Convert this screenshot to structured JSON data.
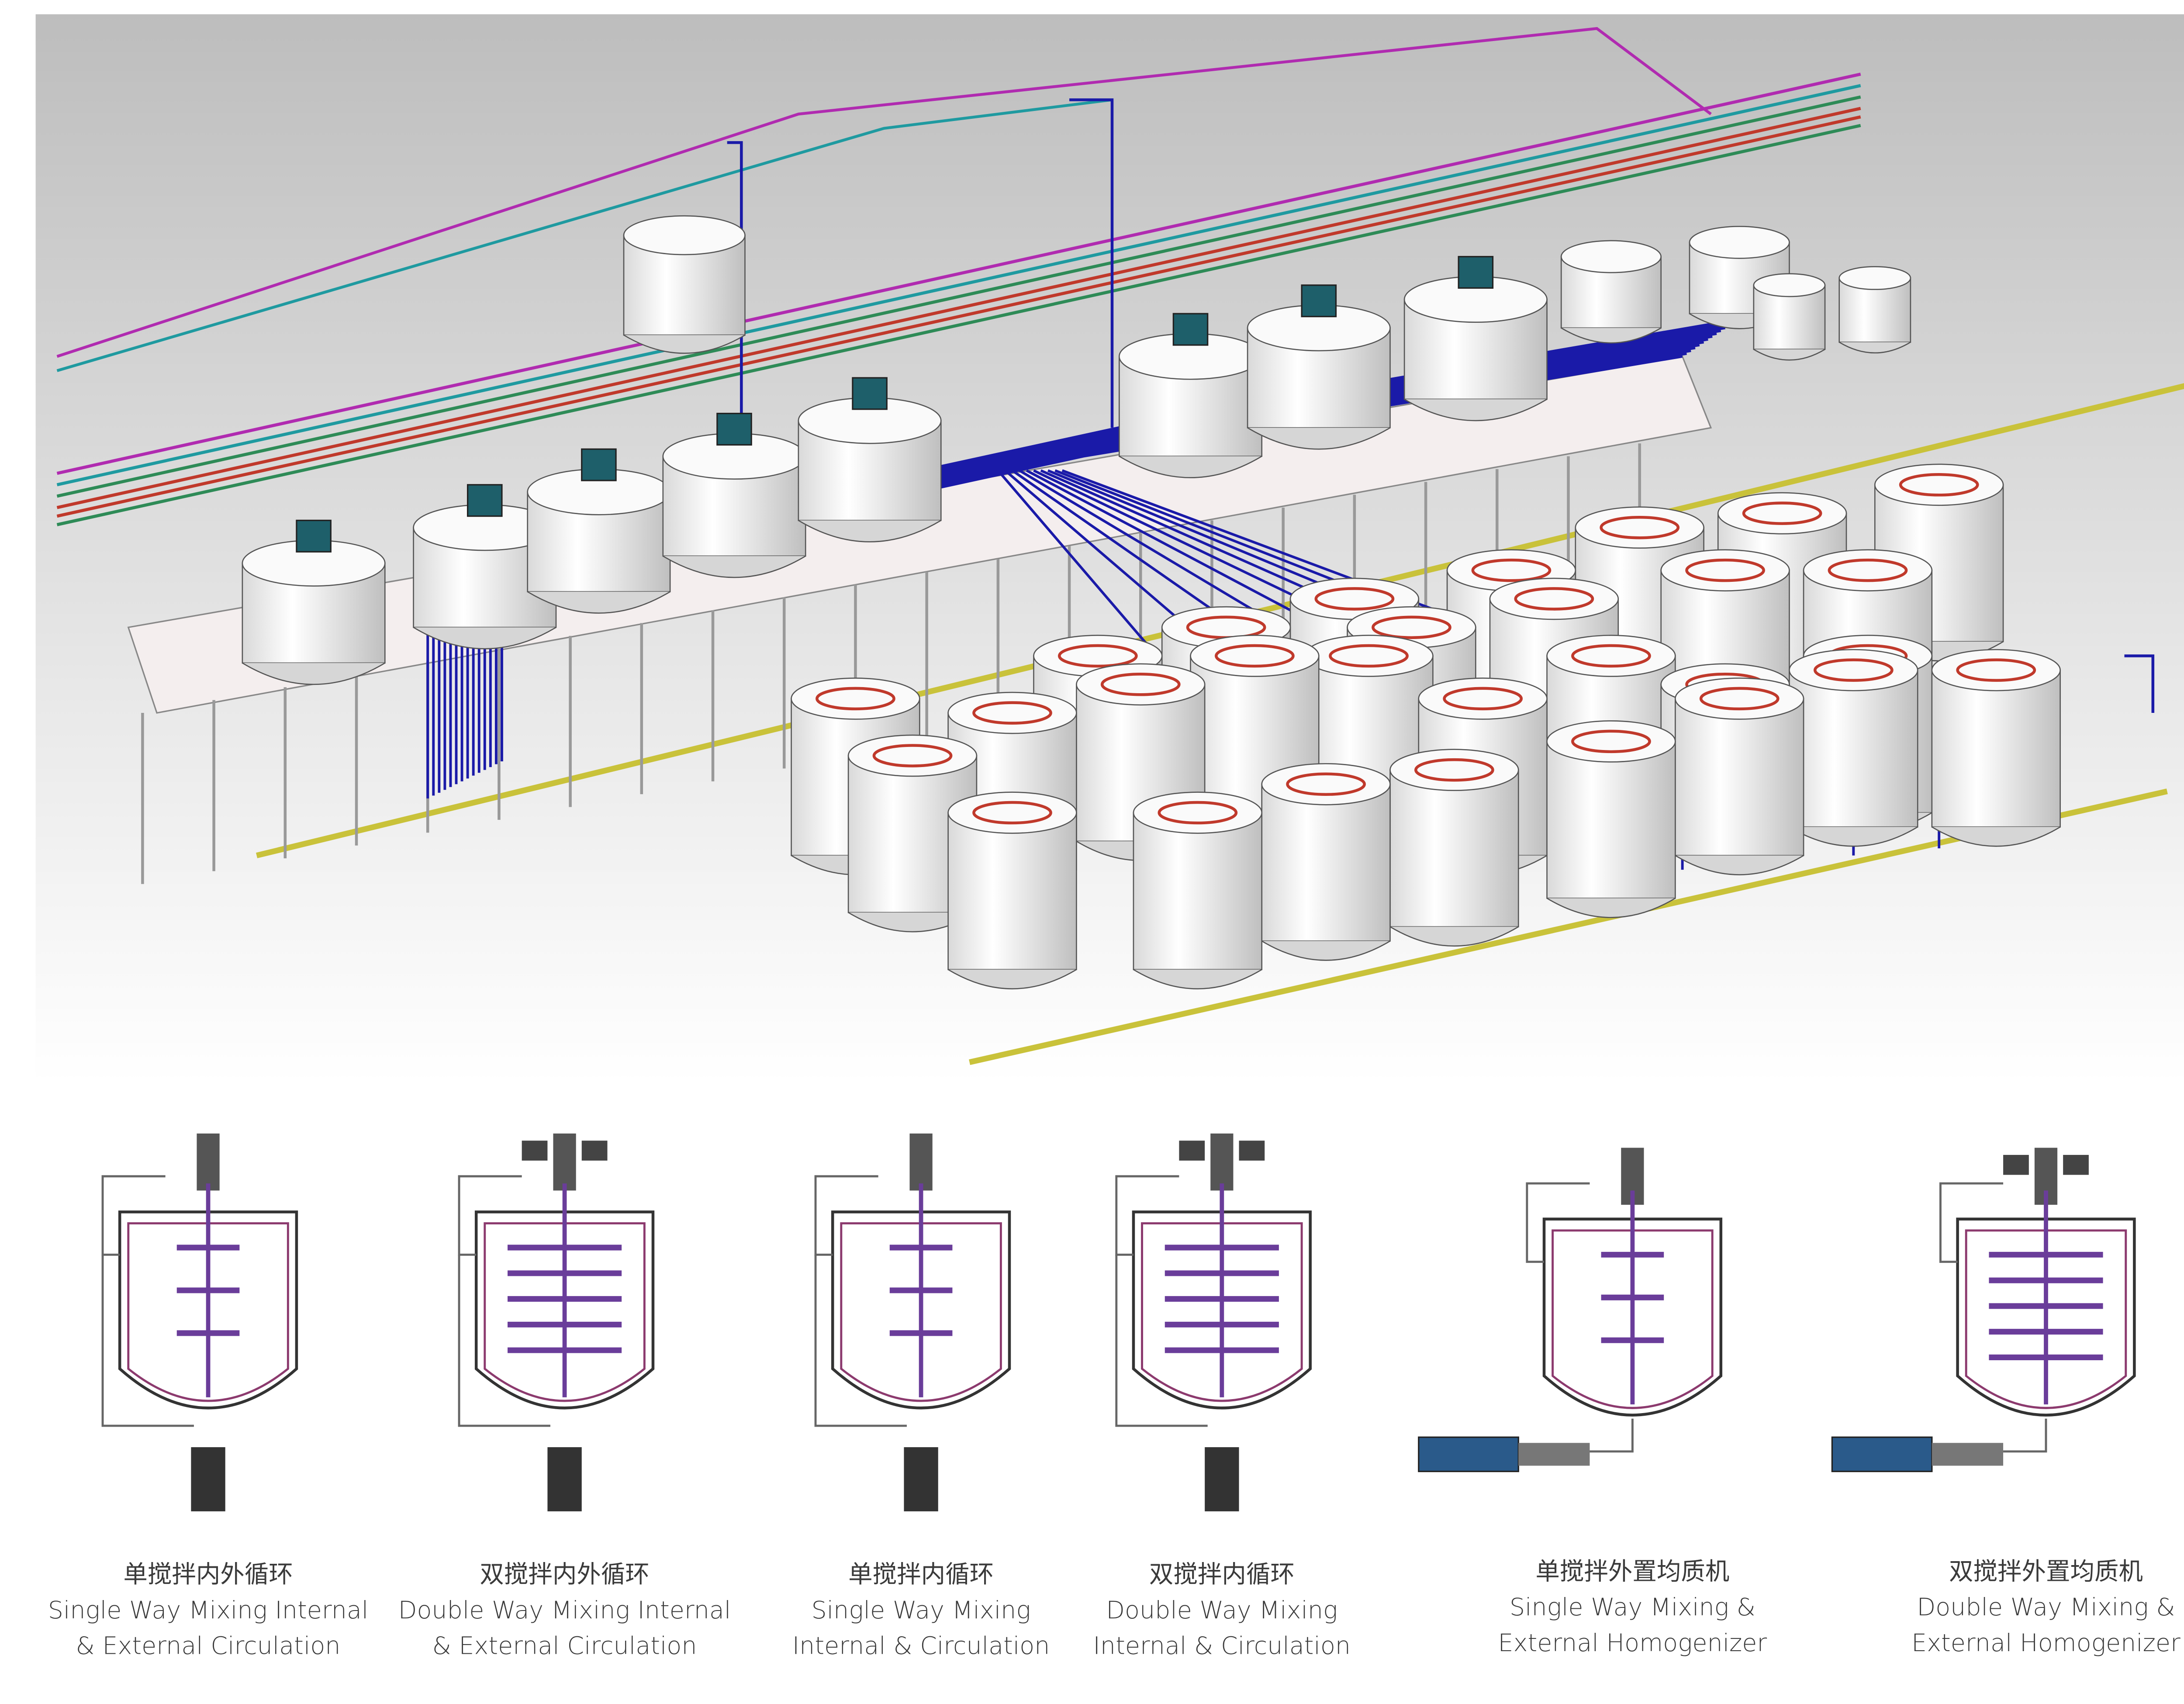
{
  "figure": {
    "title": "Mixing tank production line layout",
    "colors": {
      "pipe_blue": "#1a1aa8",
      "pipe_red": "#c0392b",
      "pipe_green": "#2e8b57",
      "pipe_teal": "#1f9aa0",
      "pipe_magenta": "#b02bb0",
      "pipe_yellow": "#c9c23a",
      "tank_fill": "#f2f2f2",
      "tank_stroke": "#555555"
    }
  },
  "variants": [
    {
      "zh": "单搅拌内外循环",
      "en1": "Single Way Mixing Internal",
      "en2": "& External Circulation",
      "type": "single",
      "homogenizer": false,
      "bottom_motor": true
    },
    {
      "zh": "双搅拌内外循环",
      "en1": "Double Way Mixing Internal",
      "en2": "& External Circulation",
      "type": "double",
      "homogenizer": false,
      "bottom_motor": true
    },
    {
      "zh": "单搅拌内循环",
      "en1": "Single Way Mixing",
      "en2": "Internal & Circulation",
      "type": "single",
      "homogenizer": false,
      "bottom_motor": true
    },
    {
      "zh": "双搅拌内循环",
      "en1": "Double Way Mixing",
      "en2": "Internal & Circulation",
      "type": "double",
      "homogenizer": false,
      "bottom_motor": true
    },
    {
      "zh": "单搅拌外置均质机",
      "en1": "Single Way Mixing &",
      "en2": "External Homogenizer",
      "type": "single",
      "homogenizer": true,
      "bottom_motor": false
    },
    {
      "zh": "双搅拌外置均质机",
      "en1": "Double Way Mixing &",
      "en2": "External Homogenizer",
      "type": "double",
      "homogenizer": true,
      "bottom_motor": false
    }
  ]
}
